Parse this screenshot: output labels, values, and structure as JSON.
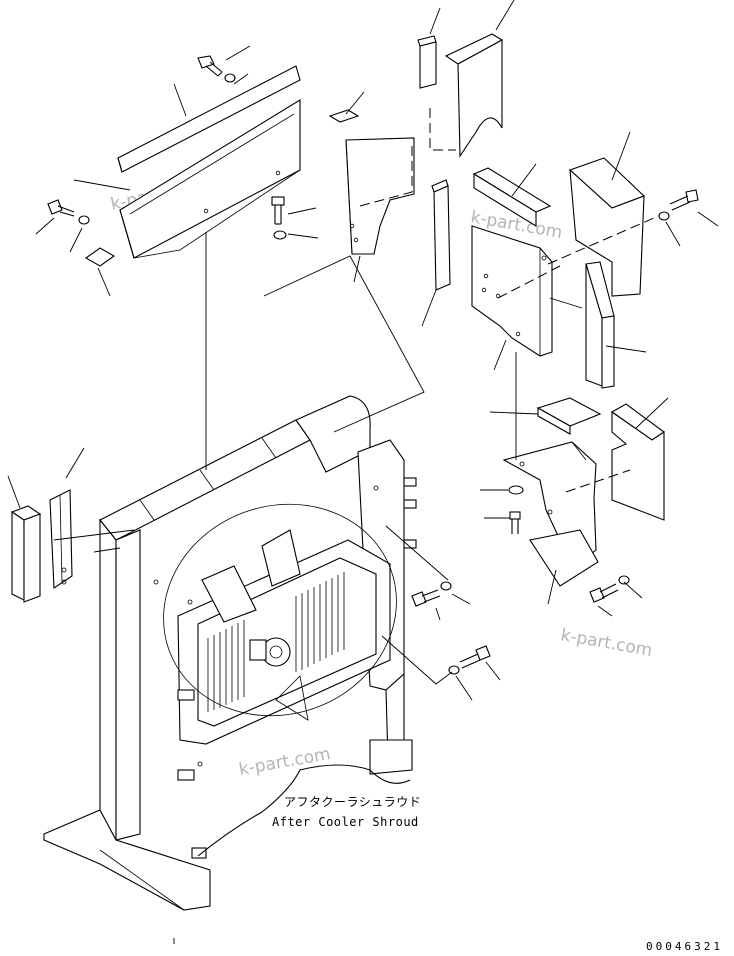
{
  "caption": {
    "japanese": "アフタクーラシュラウド",
    "english": "After Cooler Shroud"
  },
  "drawing_number": "00046321",
  "watermarks": [
    "k-part.com",
    "k-part.com",
    "k-part.com",
    "k-part.com"
  ]
}
